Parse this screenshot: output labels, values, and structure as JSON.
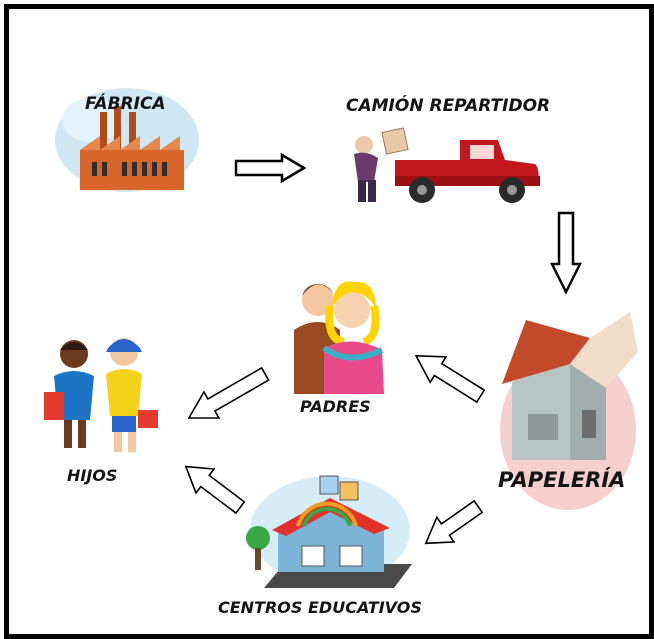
{
  "nodes": {
    "fabrica": {
      "label": "FÁBRICA"
    },
    "camion": {
      "label": "CAMIÓN REPARTIDOR"
    },
    "papeleria": {
      "label": "PAPELERÍA"
    },
    "padres": {
      "label": "PADRES"
    },
    "centros": {
      "label": "CENTROS EDUCATIVOS"
    },
    "hijos": {
      "label": "HIJOS"
    }
  },
  "colors": {
    "frame": "#000000",
    "factory": "#d8662a",
    "truck": "#c0171d",
    "roof": "#c24a2a",
    "wall": "#a9b4b2"
  }
}
